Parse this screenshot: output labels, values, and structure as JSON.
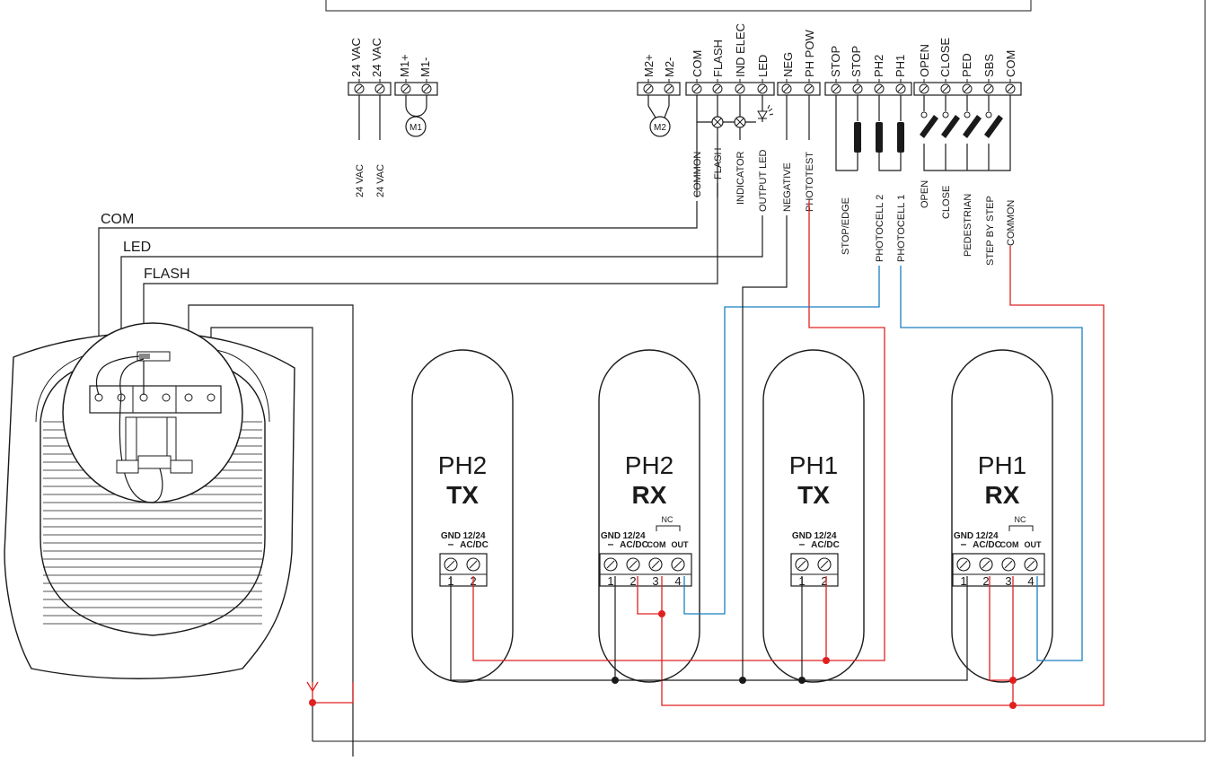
{
  "panel": {
    "terminals_top": [
      {
        "key": "t24a",
        "label": "24 VAC"
      },
      {
        "key": "t24b",
        "label": "24 VAC"
      },
      {
        "key": "m1p",
        "label": "M1+"
      },
      {
        "key": "m1m",
        "label": "M1-"
      },
      {
        "key": "m2p",
        "label": "M2+"
      },
      {
        "key": "m2m",
        "label": "M2-"
      },
      {
        "key": "com",
        "label": "COM"
      },
      {
        "key": "flash",
        "label": "FLASH"
      },
      {
        "key": "indelec",
        "label": "IND ELEC"
      },
      {
        "key": "led",
        "label": "LED"
      },
      {
        "key": "neg",
        "label": "NEG"
      },
      {
        "key": "phpow",
        "label": "PH POW"
      },
      {
        "key": "stop1",
        "label": "STOP"
      },
      {
        "key": "stop2",
        "label": "STOP"
      },
      {
        "key": "ph2",
        "label": "PH2"
      },
      {
        "key": "ph1",
        "label": "PH1"
      },
      {
        "key": "open",
        "label": "OPEN"
      },
      {
        "key": "close",
        "label": "CLOSE"
      },
      {
        "key": "ped",
        "label": "PED"
      },
      {
        "key": "sbs",
        "label": "SBS"
      },
      {
        "key": "com2",
        "label": "COM"
      }
    ],
    "motor1": "M1",
    "motor2": "M2",
    "lower_labels": {
      "vac1": "24 VAC",
      "vac2": "24 VAC",
      "common": "COMMON",
      "flash": "FLASH",
      "indicator": "INDICATOR",
      "output_led": "OUTPUT LED",
      "negative": "NEGATIVE",
      "phototest": "PHOTOTEST",
      "stop_edge": "STOP/EDGE",
      "photocell2": "PHOTOCELL 2",
      "photocell1": "PHOTOCELL 1",
      "open": "OPEN",
      "close": "CLOSE",
      "pedestrian": "PEDESTRIAN",
      "step_by_step": "STEP BY STEP",
      "common2": "COMMON"
    }
  },
  "lamp_wires": {
    "com": "COM",
    "led": "LED",
    "flash": "FLASH"
  },
  "photocells": [
    {
      "id": "ph2tx",
      "name": "PH2",
      "role": "TX",
      "gnd": "GND",
      "minus": "–",
      "v1": "12/24",
      "v2": "AC/DC",
      "nc": "",
      "com": "",
      "out": "",
      "nums": [
        "1",
        "2"
      ]
    },
    {
      "id": "ph2rx",
      "name": "PH2",
      "role": "RX",
      "gnd": "GND",
      "minus": "–",
      "v1": "12/24",
      "v2": "AC/DC",
      "nc": "NC",
      "com": "COM",
      "out": "OUT",
      "nums": [
        "1",
        "2",
        "3",
        "4"
      ]
    },
    {
      "id": "ph1tx",
      "name": "PH1",
      "role": "TX",
      "gnd": "GND",
      "minus": "–",
      "v1": "12/24",
      "v2": "AC/DC",
      "nc": "",
      "com": "",
      "out": "",
      "nums": [
        "1",
        "2"
      ]
    },
    {
      "id": "ph1rx",
      "name": "PH1",
      "role": "RX",
      "gnd": "GND",
      "minus": "–",
      "v1": "12/24",
      "v2": "AC/DC",
      "nc": "NC",
      "com": "COM",
      "out": "OUT",
      "nums": [
        "1",
        "2",
        "3",
        "4"
      ]
    }
  ],
  "colors": {
    "wire_black": "#1a1a1a",
    "wire_red": "#e02020",
    "wire_blue": "#1a7fc0"
  }
}
